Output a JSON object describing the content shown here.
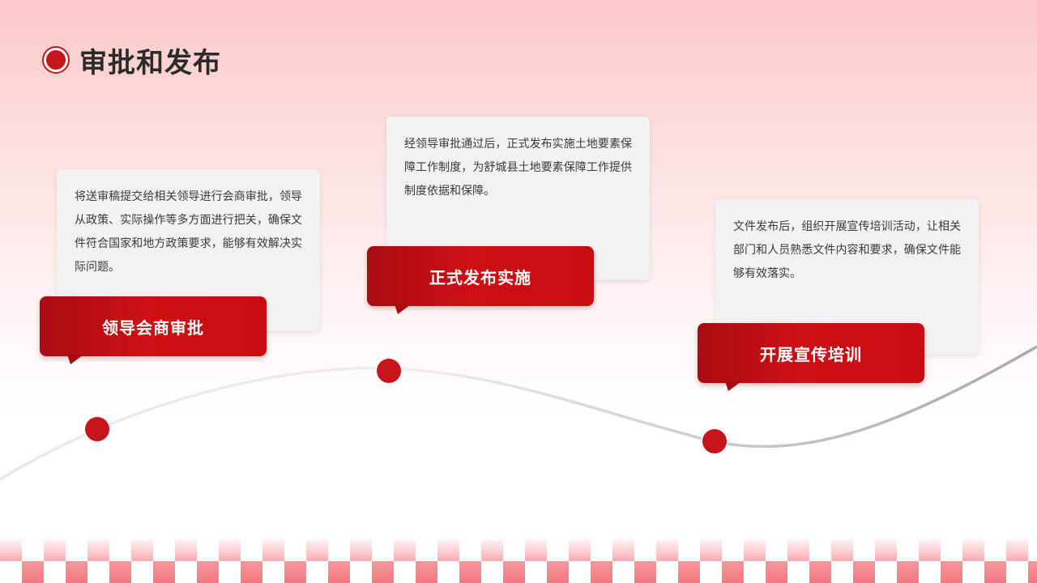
{
  "title": "审批和发布",
  "steps": [
    {
      "label": "领导会商审批",
      "text": "将送审稿提交给相关领导进行会商审批，领导从政策、实际操作等多方面进行把关，确保文件符合国家和地方政策要求，能够有效解决实际问题。"
    },
    {
      "label": "正式发布实施",
      "text": "经领导审批通过后，正式发布实施土地要素保障工作制度，为舒城县土地要素保障工作提供制度依据和保障。"
    },
    {
      "label": "开展宣传培训",
      "text": "文件发布后，组织开展宣传培训活动，让相关部门和人员熟悉文件内容和要求，确保文件能够有效落实。"
    }
  ],
  "colors": {
    "accent": "#c8141b",
    "accent_dark": "#a90c12",
    "card_bg": "#f2f2f2",
    "text": "#3a3a3a",
    "title": "#2b2b2b"
  }
}
